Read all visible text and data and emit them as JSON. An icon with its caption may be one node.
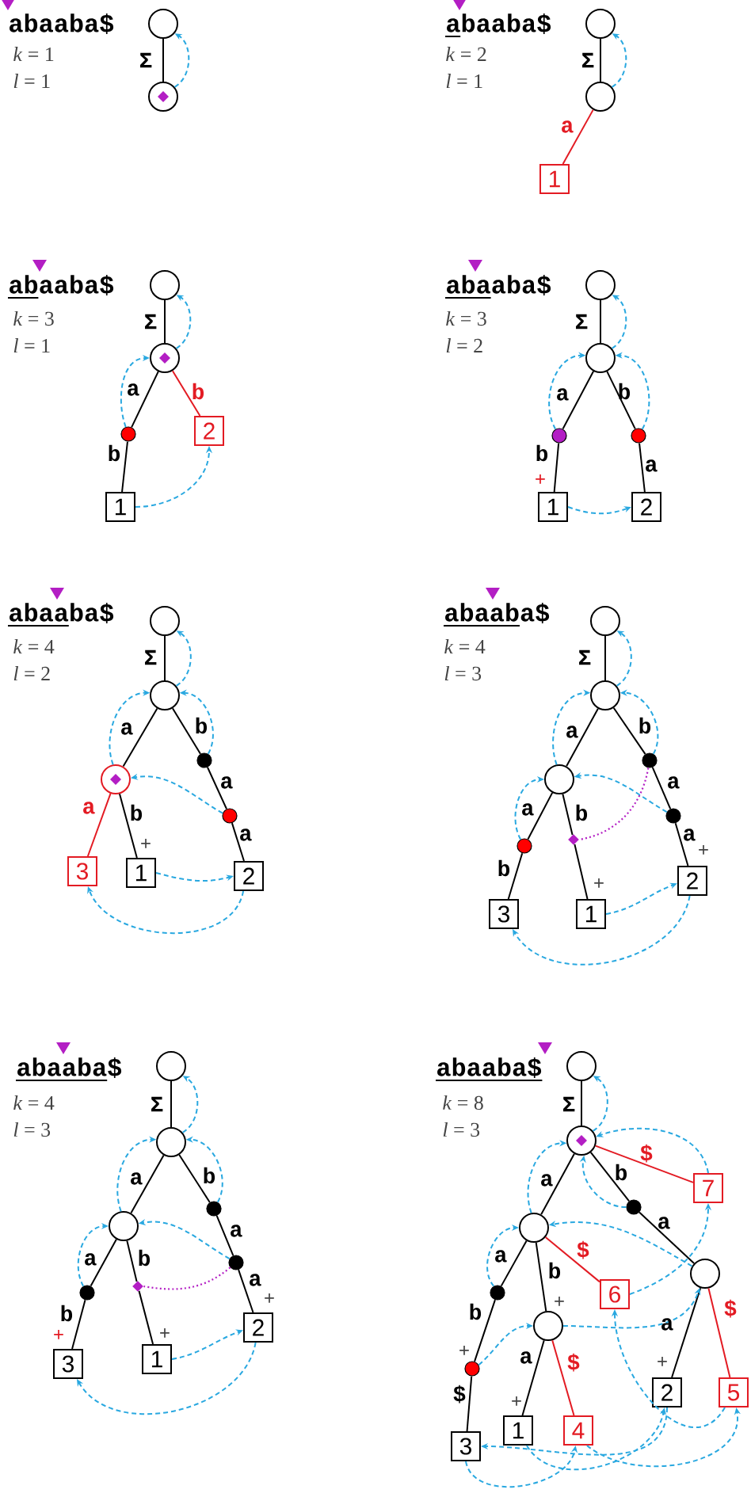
{
  "diagram": {
    "nodes": [
      {
        "text": [],
        "shape": "circle"
      },
      {
        "text": [],
        "shape": "circle"
      },
      {
        "text": [],
        "shape": "circle"
      },
      {
        "text": [],
        "shape": "circle"
      },
      {
        "text": [
          "1"
        ]
      },
      {
        "text": [],
        "shape": "circle"
      },
      {
        "text": [],
        "shape": "circle"
      },
      {
        "text": [],
        "shape": "dot"
      },
      {
        "text": [
          "1"
        ]
      },
      {
        "text": [
          "2"
        ]
      },
      {
        "text": [],
        "shape": "circle"
      },
      {
        "text": [],
        "shape": "circle"
      },
      {
        "text": [],
        "shape": "dot"
      },
      {
        "text": [],
        "shape": "dot"
      },
      {
        "text": [
          "1"
        ]
      },
      {
        "text": [
          "2"
        ]
      },
      {
        "text": [],
        "shape": "circle"
      },
      {
        "text": [],
        "shape": "circle"
      },
      {
        "text": [],
        "shape": "circle"
      },
      {
        "text": [],
        "shape": "dot"
      },
      {
        "text": [
          "3"
        ]
      },
      {
        "text": [
          "1"
        ]
      },
      {
        "text": [],
        "shape": "dot"
      },
      {
        "text": [
          "2"
        ]
      },
      {
        "text": [],
        "shape": "circle"
      },
      {
        "text": [],
        "shape": "circle"
      },
      {
        "text": [],
        "shape": "circle"
      },
      {
        "text": [],
        "shape": "dot"
      },
      {
        "text": [],
        "shape": "dot"
      },
      {
        "text": [],
        "shape": "diamond"
      },
      {
        "text": [],
        "shape": "dot"
      },
      {
        "text": [
          "3"
        ]
      },
      {
        "text": [
          "1"
        ]
      },
      {
        "text": [
          "2"
        ]
      },
      {
        "text": [],
        "shape": "circle"
      },
      {
        "text": [],
        "shape": "circle"
      },
      {
        "text": [],
        "shape": "circle"
      },
      {
        "text": [],
        "shape": "dot"
      },
      {
        "text": [],
        "shape": "dot"
      },
      {
        "text": [],
        "shape": "diamond"
      },
      {
        "text": [],
        "shape": "dot"
      },
      {
        "text": [
          "3"
        ]
      },
      {
        "text": [
          "1"
        ]
      },
      {
        "text": [
          "2"
        ]
      },
      {
        "text": [],
        "shape": "circle"
      },
      {
        "text": [],
        "shape": "circle"
      },
      {
        "text": [],
        "shape": "circle"
      },
      {
        "text": [],
        "shape": "dot"
      },
      {
        "text": [
          "7"
        ]
      },
      {
        "text": [],
        "shape": "dot"
      },
      {
        "text": [
          "6"
        ]
      },
      {
        "text": [],
        "shape": "circle"
      },
      {
        "text": [],
        "shape": "circle"
      },
      {
        "text": [],
        "shape": "dot"
      },
      {
        "text": [
          "2"
        ]
      },
      {
        "text": [
          "5"
        ]
      },
      {
        "text": [
          "1"
        ]
      },
      {
        "text": [
          "4"
        ]
      },
      {
        "text": [
          "3"
        ]
      }
    ],
    "edges": [
      {
        "from": 0,
        "to": 1,
        "arrow": "none",
        "label": "Σ"
      },
      {
        "from": 1,
        "to": 0,
        "arrow": "to",
        "style": "dashed",
        "color": "#29a8e0"
      },
      {
        "from": 2,
        "to": 3,
        "arrow": "none",
        "label": "Σ"
      },
      {
        "from": 3,
        "to": 4,
        "arrow": "none",
        "label": "a",
        "color": "#e31b23"
      },
      {
        "from": 3,
        "to": 2,
        "arrow": "to",
        "style": "dashed",
        "color": "#29a8e0"
      },
      {
        "from": 5,
        "to": 6,
        "arrow": "none",
        "label": "Σ"
      },
      {
        "from": 6,
        "to": 7,
        "arrow": "none",
        "label": "a"
      },
      {
        "from": 7,
        "to": 8,
        "arrow": "none",
        "label": "b"
      },
      {
        "from": 6,
        "to": 9,
        "arrow": "none",
        "label": "b",
        "color": "#e31b23"
      },
      {
        "from": 6,
        "to": 5,
        "arrow": "to",
        "style": "dashed",
        "color": "#29a8e0"
      },
      {
        "from": 7,
        "to": 6,
        "arrow": "to",
        "style": "dashed",
        "color": "#29a8e0"
      },
      {
        "from": 8,
        "to": 9,
        "arrow": "to",
        "style": "dashed",
        "color": "#29a8e0"
      },
      {
        "from": 10,
        "to": 11,
        "arrow": "none",
        "label": "Σ"
      },
      {
        "from": 11,
        "to": 12,
        "arrow": "none",
        "label": "a"
      },
      {
        "from": 12,
        "to": 14,
        "arrow": "none",
        "label": "b"
      },
      {
        "from": 11,
        "to": 13,
        "arrow": "none",
        "label": "b"
      },
      {
        "from": 13,
        "to": 15,
        "arrow": "none",
        "label": "a"
      },
      {
        "from": 11,
        "to": 10,
        "arrow": "to",
        "style": "dashed",
        "color": "#29a8e0"
      },
      {
        "from": 12,
        "to": 11,
        "arrow": "to",
        "style": "dashed",
        "color": "#29a8e0"
      },
      {
        "from": 13,
        "to": 11,
        "arrow": "to",
        "style": "dashed",
        "color": "#29a8e0"
      },
      {
        "from": 14,
        "to": 15,
        "arrow": "to",
        "style": "dashed",
        "color": "#29a8e0"
      },
      {
        "from": 16,
        "to": 17,
        "arrow": "none",
        "label": "Σ"
      },
      {
        "from": 17,
        "to": 18,
        "arrow": "none",
        "label": "a"
      },
      {
        "from": 18,
        "to": 20,
        "arrow": "none",
        "label": "a",
        "color": "#e31b23"
      },
      {
        "from": 18,
        "to": 21,
        "arrow": "none",
        "label": "b"
      },
      {
        "from": 17,
        "to": 19,
        "arrow": "none",
        "label": "b"
      },
      {
        "from": 19,
        "to": 22,
        "arrow": "none",
        "label": "a"
      },
      {
        "from": 22,
        "to": 23,
        "arrow": "none",
        "label": "a"
      },
      {
        "from": 17,
        "to": 16,
        "arrow": "to",
        "style": "dashed",
        "color": "#29a8e0"
      },
      {
        "from": 18,
        "to": 17,
        "arrow": "to",
        "style": "dashed",
        "color": "#29a8e0"
      },
      {
        "from": 19,
        "to": 17,
        "arrow": "to",
        "style": "dashed",
        "color": "#29a8e0"
      },
      {
        "from": 22,
        "to": 18,
        "arrow": "to",
        "style": "dashed",
        "color": "#29a8e0"
      },
      {
        "from": 21,
        "to": 23,
        "arrow": "to",
        "style": "dashed",
        "color": "#29a8e0"
      },
      {
        "from": 23,
        "to": 20,
        "arrow": "to",
        "style": "dashed",
        "color": "#29a8e0"
      },
      {
        "from": 24,
        "to": 25,
        "arrow": "none",
        "label": "Σ"
      },
      {
        "from": 25,
        "to": 26,
        "arrow": "none",
        "label": "a"
      },
      {
        "from": 26,
        "to": 28,
        "arrow": "none",
        "label": "a"
      },
      {
        "from": 28,
        "to": 31,
        "arrow": "none",
        "label": "b"
      },
      {
        "from": 26,
        "to": 29,
        "arrow": "none",
        "label": "b"
      },
      {
        "from": 29,
        "to": 32,
        "arrow": "none"
      },
      {
        "from": 25,
        "to": 27,
        "arrow": "none",
        "label": "b"
      },
      {
        "from": 27,
        "to": 30,
        "arrow": "none",
        "label": "a"
      },
      {
        "from": 30,
        "to": 33,
        "arrow": "none",
        "label": "a"
      },
      {
        "from": 27,
        "to": 29,
        "arrow": "none",
        "style": "dashed",
        "color": "#b31ec4"
      },
      {
        "from": 25,
        "to": 24,
        "arrow": "to",
        "style": "dashed",
        "color": "#29a8e0"
      },
      {
        "from": 26,
        "to": 25,
        "arrow": "to",
        "style": "dashed",
        "color": "#29a8e0"
      },
      {
        "from": 27,
        "to": 25,
        "arrow": "to",
        "style": "dashed",
        "color": "#29a8e0"
      },
      {
        "from": 28,
        "to": 26,
        "arrow": "to",
        "style": "dashed",
        "color": "#29a8e0"
      },
      {
        "from": 30,
        "to": 26,
        "arrow": "to",
        "style": "dashed",
        "color": "#29a8e0"
      },
      {
        "from": 32,
        "to": 33,
        "arrow": "to",
        "style": "dashed",
        "color": "#29a8e0"
      },
      {
        "from": 33,
        "to": 31,
        "arrow": "to",
        "style": "dashed",
        "color": "#29a8e0"
      },
      {
        "from": 34,
        "to": 35,
        "arrow": "none",
        "label": "Σ"
      },
      {
        "from": 35,
        "to": 36,
        "arrow": "none",
        "label": "a"
      },
      {
        "from": 36,
        "to": 38,
        "arrow": "none",
        "label": "a"
      },
      {
        "from": 38,
        "to": 41,
        "arrow": "none",
        "label": "b"
      },
      {
        "from": 36,
        "to": 39,
        "arrow": "none",
        "label": "b"
      },
      {
        "from": 39,
        "to": 42,
        "arrow": "none"
      },
      {
        "from": 35,
        "to": 37,
        "arrow": "none",
        "label": "b"
      },
      {
        "from": 37,
        "to": 40,
        "arrow": "none",
        "label": "a"
      },
      {
        "from": 40,
        "to": 43,
        "arrow": "none",
        "label": "a"
      },
      {
        "from": 40,
        "to": 39,
        "arrow": "none",
        "style": "dashed",
        "color": "#b31ec4"
      },
      {
        "from": 35,
        "to": 34,
        "arrow": "to",
        "style": "dashed",
        "color": "#29a8e0"
      },
      {
        "from": 36,
        "to": 35,
        "arrow": "to",
        "style": "dashed",
        "color": "#29a8e0"
      },
      {
        "from": 37,
        "to": 35,
        "arrow": "to",
        "style": "dashed",
        "color": "#29a8e0"
      },
      {
        "from": 38,
        "to": 36,
        "arrow": "to",
        "style": "dashed",
        "color": "#29a8e0"
      },
      {
        "from": 40,
        "to": 36,
        "arrow": "to",
        "style": "dashed",
        "color": "#29a8e0"
      },
      {
        "from": 42,
        "to": 43,
        "arrow": "to",
        "style": "dashed",
        "color": "#29a8e0"
      },
      {
        "from": 43,
        "to": 41,
        "arrow": "to",
        "style": "dashed",
        "color": "#29a8e0"
      },
      {
        "from": 44,
        "to": 45,
        "arrow": "none",
        "label": "Σ"
      },
      {
        "from": 45,
        "to": 46,
        "arrow": "none",
        "label": "a"
      },
      {
        "from": 45,
        "to": 48,
        "arrow": "none",
        "label": "$",
        "color": "#e31b23"
      },
      {
        "from": 45,
        "to": 47,
        "arrow": "none",
        "label": "b"
      },
      {
        "from": 47,
        "to": 52,
        "arrow": "none",
        "label": "a"
      },
      {
        "from": 46,
        "to": 49,
        "arrow": "none",
        "label": "a"
      },
      {
        "from": 46,
        "to": 50,
        "arrow": "none",
        "label": "$",
        "color": "#e31b23"
      },
      {
        "from": 46,
        "to": 51,
        "arrow": "none",
        "label": "b"
      },
      {
        "from": 49,
        "to": 53,
        "arrow": "none",
        "label": "b"
      },
      {
        "from": 53,
        "to": 58,
        "arrow": "none",
        "label": "$"
      },
      {
        "from": 51,
        "to": 56,
        "arrow": "none",
        "label": "a"
      },
      {
        "from": 51,
        "to": 57,
        "arrow": "none",
        "label": "$",
        "color": "#e31b23"
      },
      {
        "from": 52,
        "to": 54,
        "arrow": "none",
        "label": "a"
      },
      {
        "from": 52,
        "to": 55,
        "arrow": "none",
        "label": "$",
        "color": "#e31b23"
      },
      {
        "from": 45,
        "to": 44,
        "arrow": "to",
        "style": "dashed",
        "color": "#29a8e0"
      },
      {
        "from": 48,
        "to": 45,
        "arrow": "to",
        "style": "dashed",
        "color": "#29a8e0"
      },
      {
        "from": 47,
        "to": 45,
        "arrow": "to",
        "style": "dashed",
        "color": "#29a8e0"
      },
      {
        "from": 46,
        "to": 45,
        "arrow": "to",
        "style": "dashed",
        "color": "#29a8e0"
      },
      {
        "from": 49,
        "to": 46,
        "arrow": "to",
        "style": "dashed",
        "color": "#29a8e0"
      },
      {
        "from": 52,
        "to": 46,
        "arrow": "to",
        "style": "dashed",
        "color": "#29a8e0"
      },
      {
        "from": 50,
        "to": 48,
        "arrow": "to",
        "style": "dashed",
        "color": "#29a8e0"
      },
      {
        "from": 53,
        "to": 51,
        "arrow": "to",
        "style": "dashed",
        "color": "#29a8e0"
      },
      {
        "from": 51,
        "to": 52,
        "arrow": "to",
        "style": "dashed",
        "color": "#29a8e0"
      },
      {
        "from": 56,
        "to": 54,
        "arrow": "to",
        "style": "dashed",
        "color": "#29a8e0"
      },
      {
        "from": 54,
        "to": 58,
        "arrow": "to",
        "style": "dashed",
        "color": "#29a8e0"
      },
      {
        "from": 58,
        "to": 57,
        "arrow": "to",
        "style": "dashed",
        "color": "#29a8e0"
      },
      {
        "from": 57,
        "to": 55,
        "arrow": "to",
        "style": "dashed",
        "color": "#29a8e0"
      },
      {
        "from": 55,
        "to": 50,
        "arrow": "to",
        "style": "dashed",
        "color": "#29a8e0"
      }
    ],
    "labels": [
      "abaaba$",
      "*k* = 1",
      "*l* = 1",
      "abaaba$",
      "*k* = 2",
      "*l* = 1",
      "abaaba$",
      "*k* = 3",
      "*l* = 1",
      "abaaba$",
      "*k* = 3",
      "*l* = 2",
      "+",
      "abaaba$",
      "*k* = 4",
      "*l* = 2",
      "+",
      "abaaba$",
      "*k* = 4",
      "*l* = 3",
      "+",
      "+",
      "abaaba$",
      "*k* = 4",
      "*l* = 3",
      "+",
      "+",
      "+",
      "abaaba$",
      "*k* = 8",
      "*l* = 3",
      "+",
      "+",
      "+",
      "+"
    ]
  }
}
